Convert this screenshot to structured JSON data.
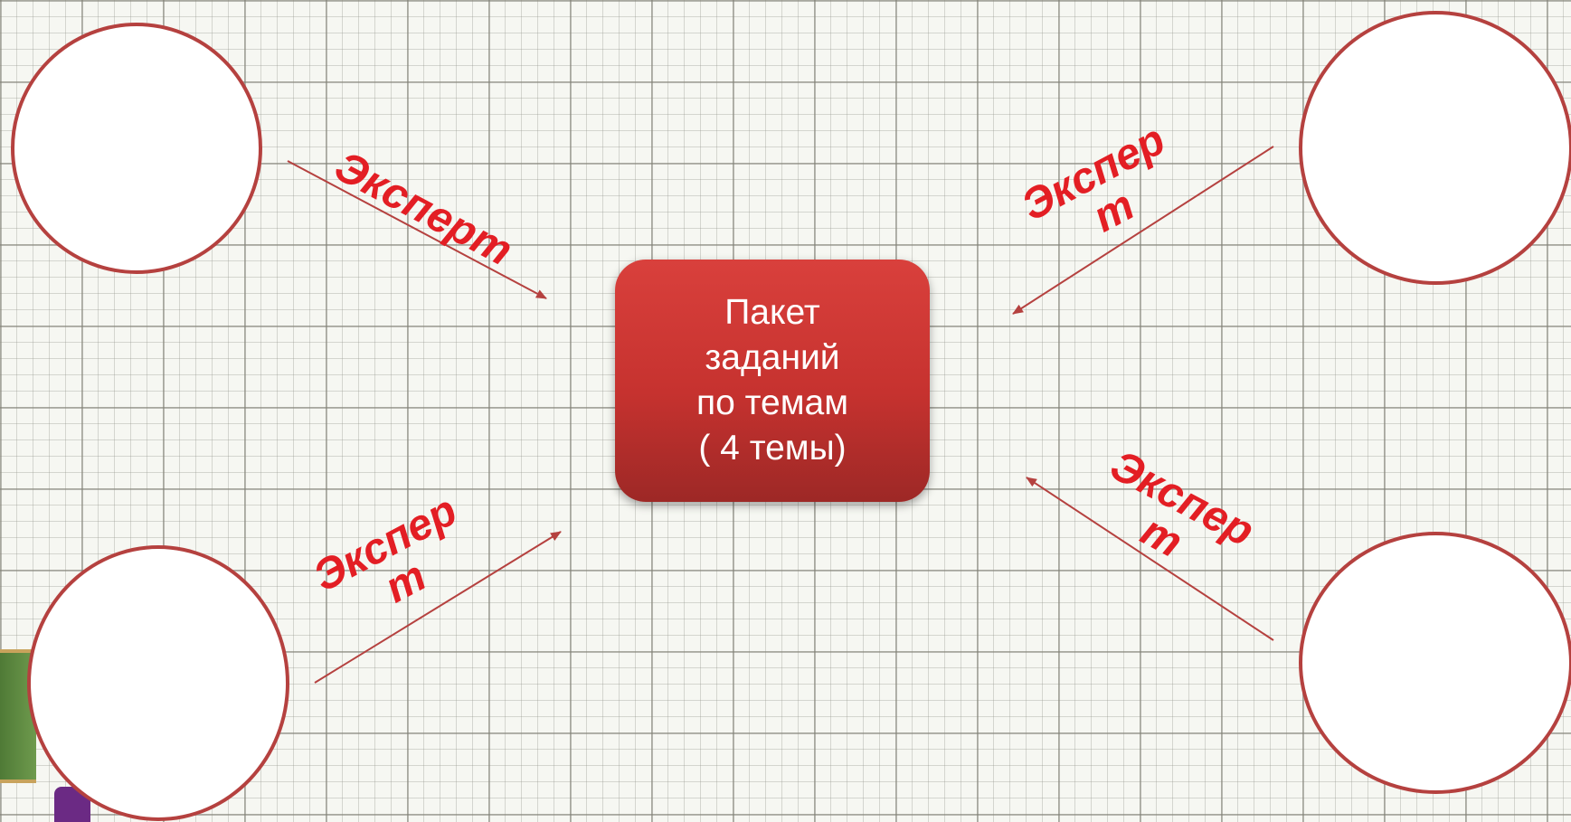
{
  "center_box": {
    "text": "Пакет\nзаданий\n по темам\n( 4 темы)"
  },
  "labels": {
    "top_left": "Эксперт",
    "top_right": "Экспер\nт",
    "bottom_left": "Экспер\nт",
    "bottom_right": "Экспер\nт"
  },
  "colors": {
    "circle_border": "#b5413f",
    "label_text": "#e31e24",
    "box_fill": "#c6322f",
    "arrow": "#b5413f"
  }
}
